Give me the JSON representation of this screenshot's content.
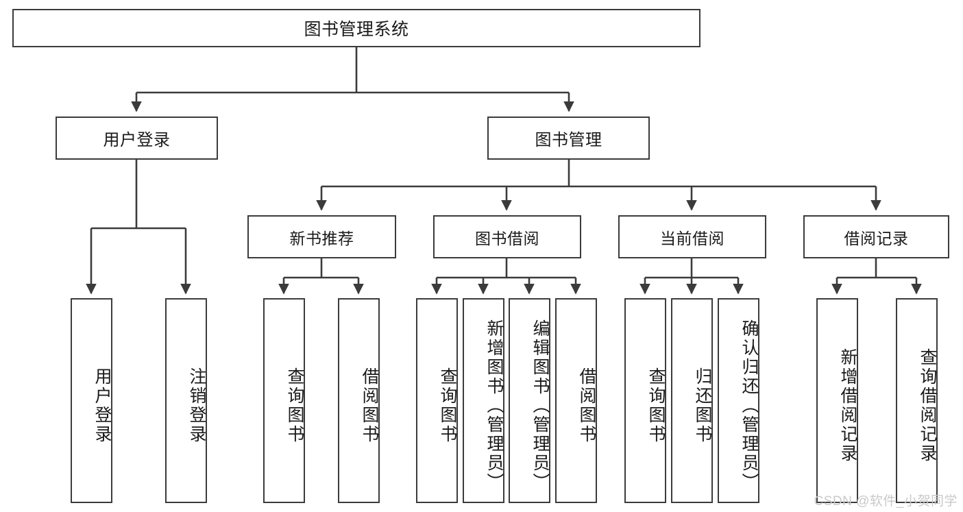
{
  "diagram": {
    "title": "图书管理系统",
    "type": "hierarchy-tree",
    "root": {
      "label": "图书管理系统"
    },
    "level2": [
      {
        "id": "user-login",
        "label": "用户登录"
      },
      {
        "id": "book-management",
        "label": "图书管理"
      }
    ],
    "level3": [
      {
        "id": "new-book-recommend",
        "label": "新书推荐",
        "parent": "book-management"
      },
      {
        "id": "book-borrow",
        "label": "图书借阅",
        "parent": "book-management"
      },
      {
        "id": "current-borrow",
        "label": "当前借阅",
        "parent": "book-management"
      },
      {
        "id": "borrow-record",
        "label": "借阅记录",
        "parent": "book-management"
      }
    ],
    "leaves": [
      {
        "id": "leaf-user-login",
        "label": "用户登录",
        "parent": "user-login"
      },
      {
        "id": "leaf-user-logout",
        "label": "注销登录",
        "parent": "user-login"
      },
      {
        "id": "leaf-query-book-1",
        "label": "查询图书",
        "parent": "new-book-recommend"
      },
      {
        "id": "leaf-borrow-book-1",
        "label": "借阅图书",
        "parent": "new-book-recommend"
      },
      {
        "id": "leaf-query-book-2",
        "label": "查询图书",
        "parent": "book-borrow"
      },
      {
        "id": "leaf-add-book",
        "label": "新增图书（管理员）",
        "parent": "book-borrow"
      },
      {
        "id": "leaf-edit-book",
        "label": "编辑图书（管理员）",
        "parent": "book-borrow"
      },
      {
        "id": "leaf-borrow-book-2",
        "label": "借阅图书",
        "parent": "book-borrow"
      },
      {
        "id": "leaf-query-book-3",
        "label": "查询图书",
        "parent": "current-borrow"
      },
      {
        "id": "leaf-return-book",
        "label": "归还图书",
        "parent": "current-borrow"
      },
      {
        "id": "leaf-confirm-return",
        "label": "确认归还（管理员）",
        "parent": "current-borrow"
      },
      {
        "id": "leaf-add-record",
        "label": "新增借阅记录",
        "parent": "borrow-record"
      },
      {
        "id": "leaf-query-record",
        "label": "查询借阅记录",
        "parent": "borrow-record"
      }
    ],
    "colors": {
      "stroke": "#3b3b3b",
      "fill": "#ffffff",
      "text": "#1a1a1a",
      "watermark": "#c9c9c9"
    }
  },
  "watermark": {
    "text": "CSDN @软件_小贺同学"
  }
}
